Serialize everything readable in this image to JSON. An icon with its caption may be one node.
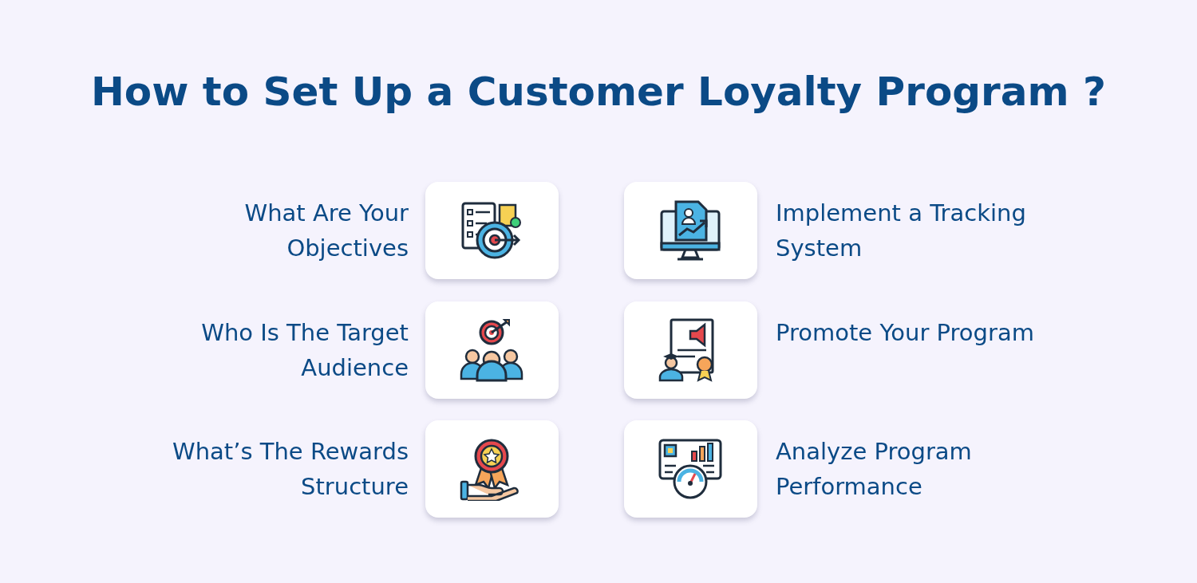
{
  "diagram": {
    "title": "How to Set Up a Customer Loyalty Program ?",
    "nodes": [
      {
        "text": [],
        "shape": "box",
        "beside": [
          "What Are Your Objectives"
        ]
      },
      {
        "text": [],
        "shape": "box",
        "beside": [
          "Who Is The Target Audience"
        ]
      },
      {
        "text": [],
        "shape": "box",
        "beside": [
          "What’s The Rewards Structure"
        ]
      },
      {
        "text": [],
        "shape": "box",
        "beside": [
          "Implement a Tracking System"
        ]
      },
      {
        "text": [],
        "shape": "box",
        "beside": [
          "Promote Your Program"
        ]
      },
      {
        "text": [],
        "shape": "box",
        "beside": [
          "Analyze Program Performance"
        ]
      }
    ],
    "edges": []
  }
}
